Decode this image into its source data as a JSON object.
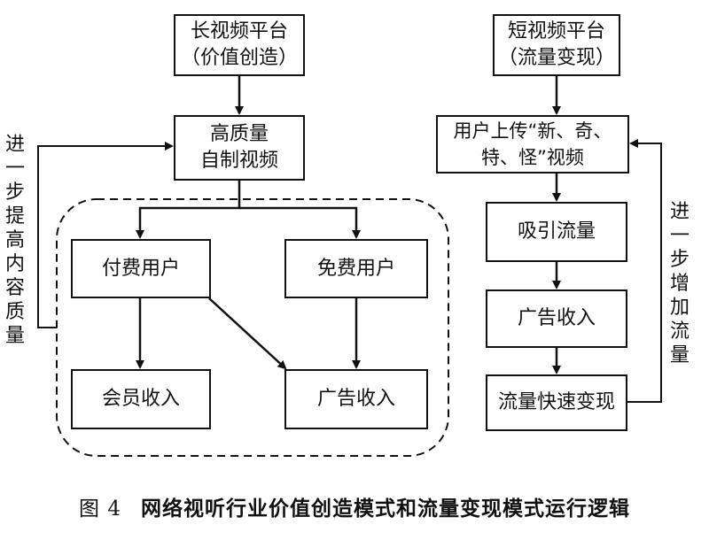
{
  "left": {
    "platform": "长视频平台\n（价值创造）",
    "content": "高质量\n自制视频",
    "paid_users": "付费用户",
    "free_users": "免费用户",
    "member_income": "会员收入",
    "ad_income": "广告收入",
    "feedback": "进一步提高内容质量"
  },
  "right": {
    "platform": "短视频平台\n（流量变现）",
    "upload": "用户上传“新、奇、\n特、怪”视频",
    "attract": "吸引流量",
    "ad_income": "广告收入",
    "monetize": "流量快速变现",
    "feedback": "进一步增加流量"
  },
  "caption": {
    "figure": "图 4",
    "title": "网络视听行业价值创造模式和流量变现模式运行逻辑"
  }
}
